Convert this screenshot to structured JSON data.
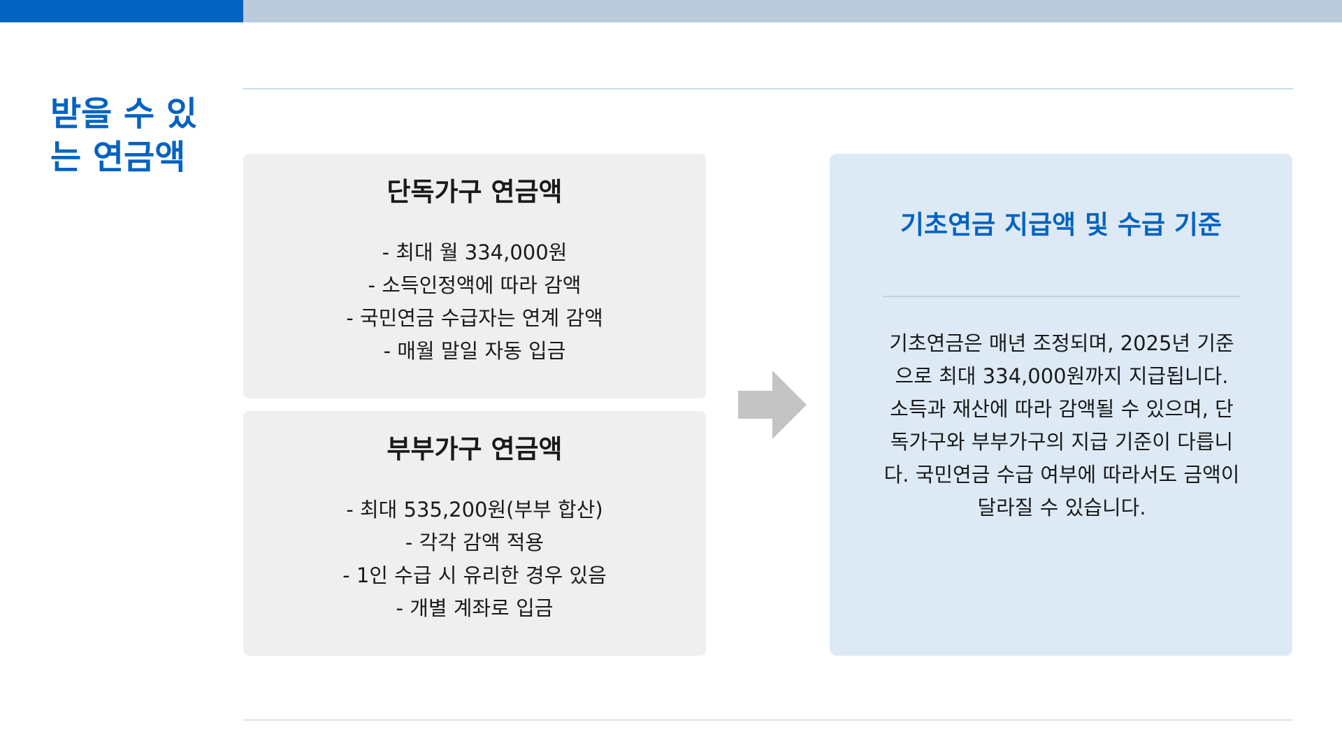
{
  "section": {
    "title": "받을 수 있는 연금액"
  },
  "single_card": {
    "title": "단독가구 연금액",
    "items": [
      "- 최대 월 334,000원",
      "- 소득인정액에 따라 감액",
      "- 국민연금 수급자는 연계 감액",
      "- 매월 말일 자동 입금"
    ]
  },
  "couple_card": {
    "title": "부부가구 연금액",
    "items": [
      "- 최대 535,200원(부부 합산)",
      "- 각각 감액 적용",
      "- 1인 수급 시 유리한 경우 있음",
      "- 개별 계좌로 입금"
    ]
  },
  "info_panel": {
    "title": "기초연금 지급액 및 수급 기준",
    "body": "기초연금은 매년 조정되며, 2025년 기준으로 최대 334,000원까지 지급됩니다. 소득과 재산에 따라 감액될 수 있으며, 단독가구와 부부가구의 지급 기준이 다릅니다. 국민연금 수급 여부에 따라서도 금액이 달라질 수 있습니다."
  },
  "colors": {
    "accent": "#0563c1",
    "top_bar": "#bccbdb",
    "card_background": "#efefef",
    "panel_background": "#ddeaf6",
    "arrow": "#c4c4c4"
  },
  "icons": {
    "arrow": "arrow-right-icon"
  }
}
